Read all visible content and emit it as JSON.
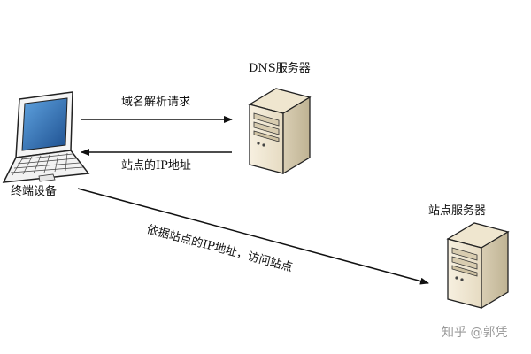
{
  "nodes": {
    "dns_server": {
      "label": "DNS服务器"
    },
    "terminal": {
      "label": "终端设备"
    },
    "site_server": {
      "label": "站点服务器"
    }
  },
  "edges": {
    "dns_request": {
      "label": "域名解析请求"
    },
    "ip_reply": {
      "label": "站点的IP地址"
    },
    "site_access": {
      "label": "依据站点的IP地址，访问站点"
    }
  },
  "watermark": {
    "text": "知乎 @郭凭"
  },
  "colors": {
    "server_face": "#f3ead7",
    "server_shade": "#d8cdb3",
    "server_top": "#e9dfc7",
    "laptop_screen": "#2d6fb5",
    "outline": "#222222"
  }
}
